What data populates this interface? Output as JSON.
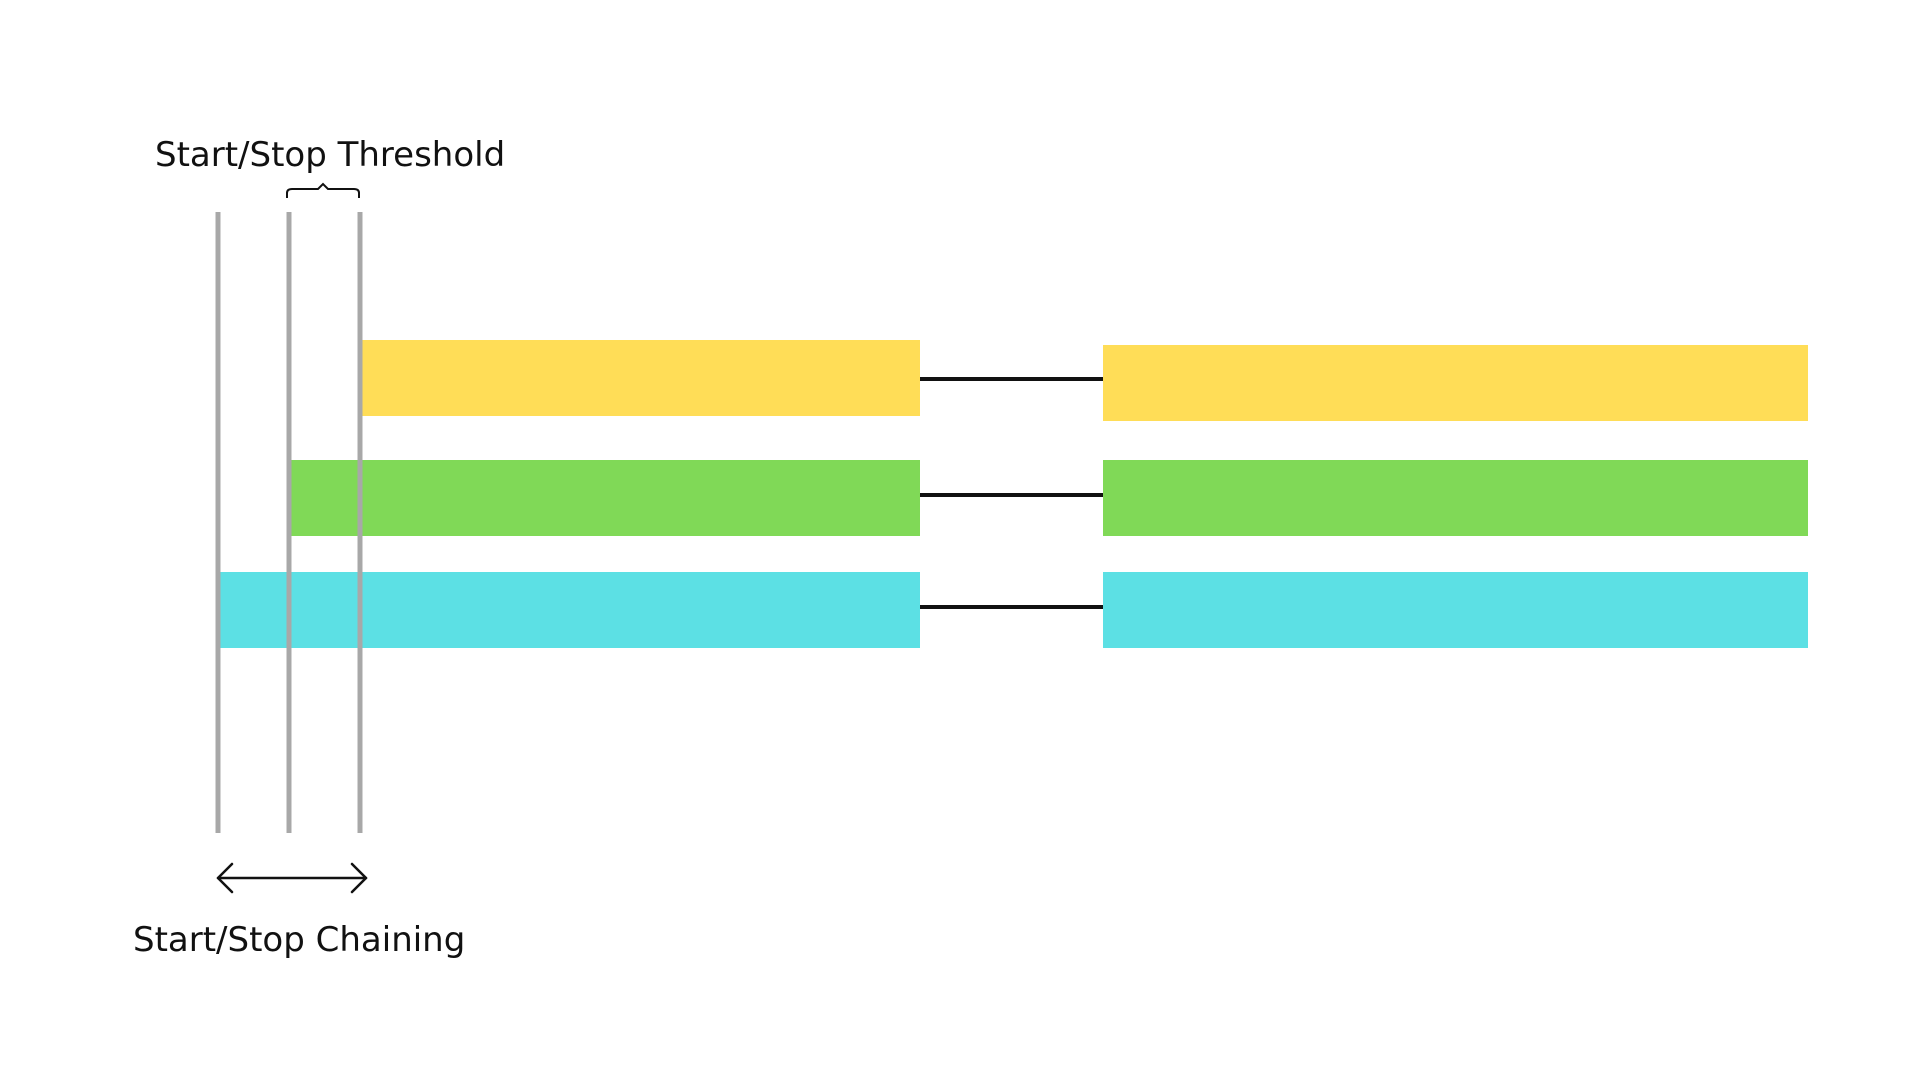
{
  "labels": {
    "threshold": "Start/Stop Threshold",
    "chaining": "Start/Stop Chaining"
  },
  "colors": {
    "background": "#ffffff",
    "guide_line": "#a8a8a8",
    "connector": "#111111",
    "yellow": "#ffdd57",
    "green": "#80d957",
    "cyan": "#5ce0e4"
  },
  "rows": [
    {
      "color_name": "yellow"
    },
    {
      "color_name": "green"
    },
    {
      "color_name": "cyan"
    }
  ]
}
